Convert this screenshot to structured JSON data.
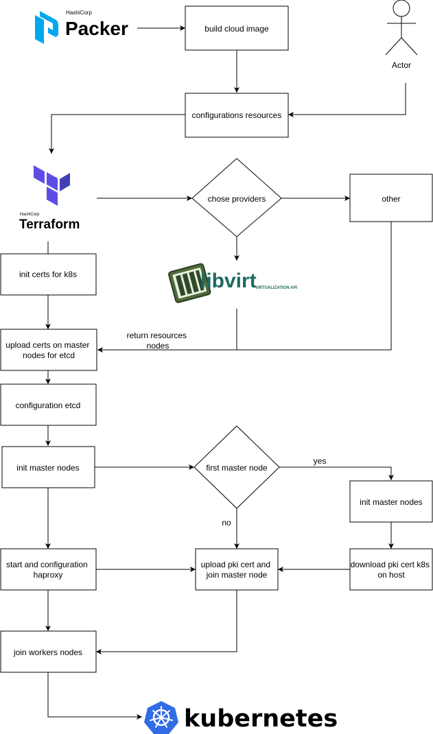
{
  "nodes": {
    "build_cloud_image": [
      "build cloud image"
    ],
    "configurations_resources": [
      "configurations resources"
    ],
    "chose_providers": [
      "chose providers"
    ],
    "other": [
      "other"
    ],
    "init_certs": [
      "init certs for k8s"
    ],
    "upload_certs": [
      "upload certs on master",
      "nodes for etcd"
    ],
    "configuration_etcd": [
      "configuration etcd"
    ],
    "init_master_nodes": [
      "init master nodes"
    ],
    "first_master_node": [
      "first master node"
    ],
    "init_master_nodes_right": [
      "init master nodes"
    ],
    "start_haproxy": [
      "start and configuration",
      "haproxy"
    ],
    "upload_pki": [
      "upload pki cert and",
      "join master node"
    ],
    "download_pki": [
      "download pki cert k8s",
      "on host"
    ],
    "join_workers": [
      "join workers nodes"
    ]
  },
  "actor": {
    "label": "Actor"
  },
  "edge_labels": {
    "return_resources": [
      "return resources",
      "nodes"
    ],
    "yes": "yes",
    "no": "no"
  },
  "logos": {
    "packer": {
      "vendor": "HashiCorp",
      "name": "Packer",
      "color": "#02A8EF",
      "icon": "packer-logo-icon"
    },
    "terraform": {
      "vendor": "HashiCorp",
      "name": "Terraform",
      "color": "#5C4EE5",
      "icon": "terraform-logo-icon"
    },
    "libvirt": {
      "name": "libvirt",
      "subtitle": "VIRTUALIZATION API",
      "color": "#1E6A5F",
      "icon": "libvirt-logo-icon"
    },
    "kubernetes": {
      "name": "kubernetes",
      "color": "#326CE5",
      "icon": "kubernetes-helm-icon"
    }
  },
  "colors": {
    "stroke": "#000000",
    "fill": "#ffffff"
  }
}
